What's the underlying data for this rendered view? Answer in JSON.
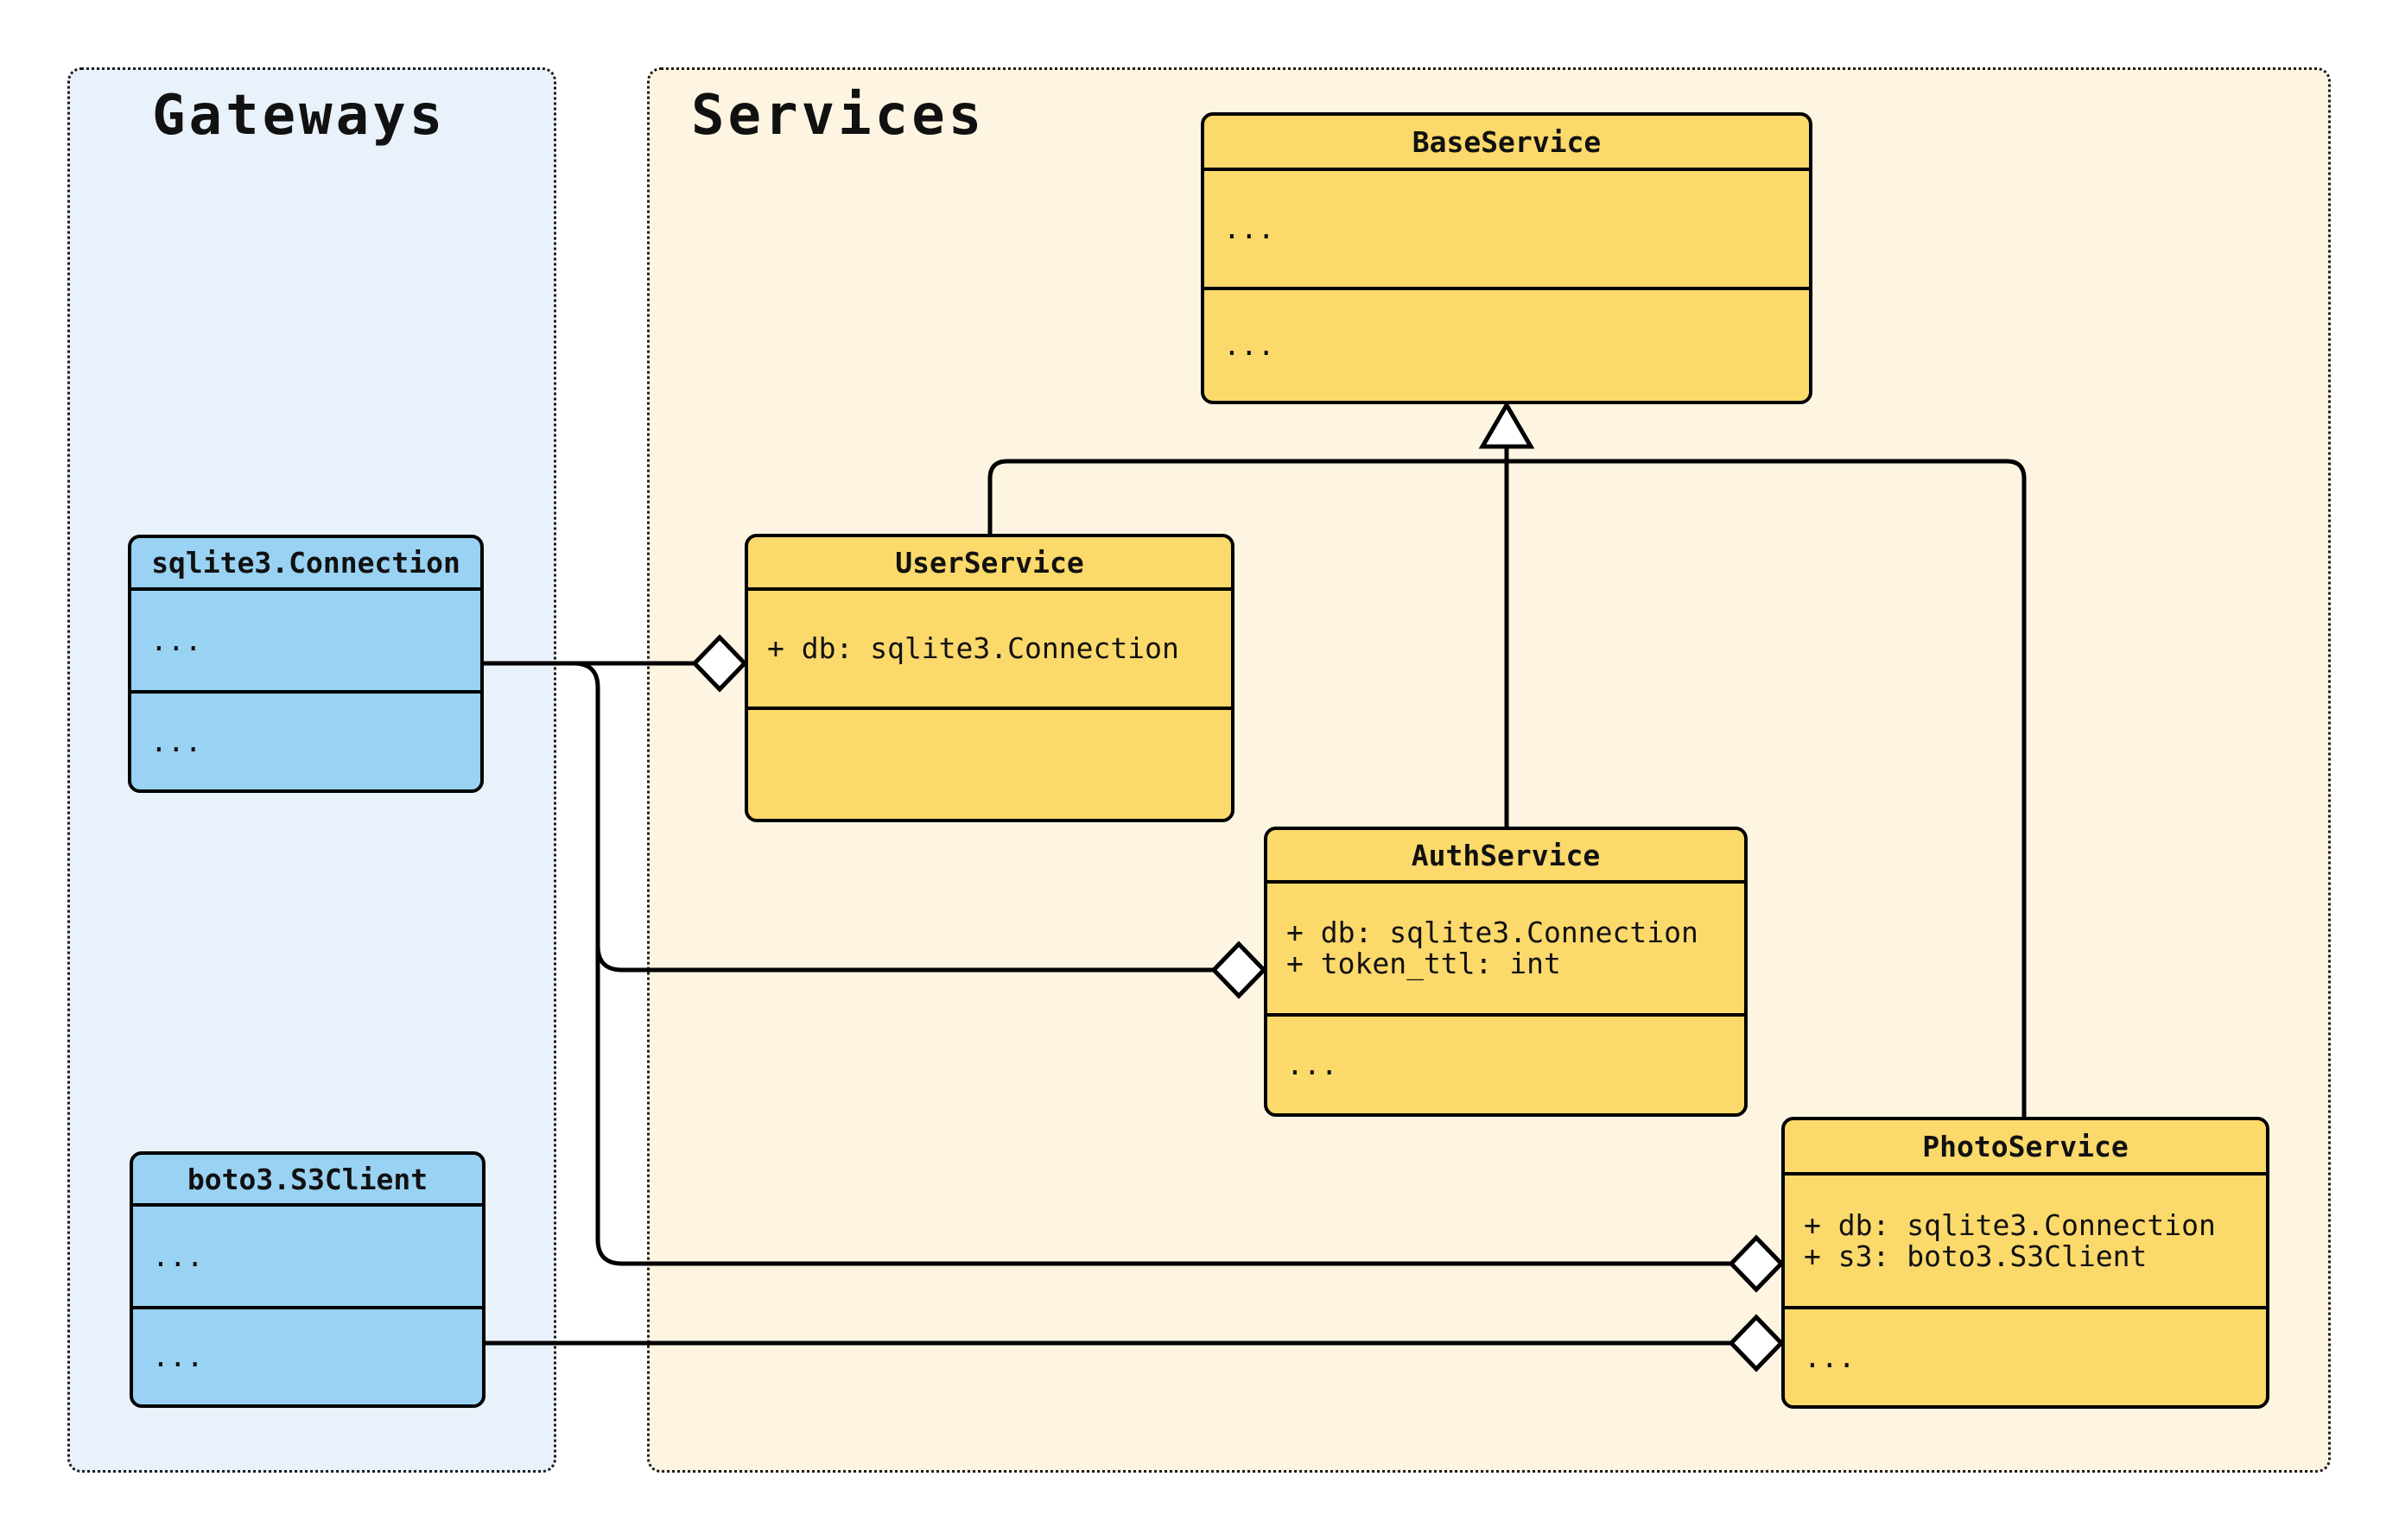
{
  "groups": {
    "gateways": {
      "label": "Gateways"
    },
    "services": {
      "label": "Services"
    }
  },
  "classes": {
    "sqlite3_connection": {
      "title": "sqlite3.Connection",
      "attributes": [
        "..."
      ],
      "methods": [
        "..."
      ]
    },
    "boto3_s3client": {
      "title": "boto3.S3Client",
      "attributes": [
        "..."
      ],
      "methods": [
        "..."
      ]
    },
    "base_service": {
      "title": "BaseService",
      "attributes": [
        "..."
      ],
      "methods": [
        "..."
      ]
    },
    "user_service": {
      "title": "UserService",
      "attributes": [
        "+ db: sqlite3.Connection"
      ],
      "methods": []
    },
    "auth_service": {
      "title": "AuthService",
      "attributes": [
        "+ db: sqlite3.Connection",
        "+ token_ttl: int"
      ],
      "methods": [
        "..."
      ]
    },
    "photo_service": {
      "title": "PhotoService",
      "attributes": [
        "+ db: sqlite3.Connection",
        "+ s3: boto3.S3Client"
      ],
      "methods": [
        "..."
      ]
    }
  },
  "relations": [
    {
      "type": "inheritance",
      "from": "UserService",
      "to": "BaseService"
    },
    {
      "type": "inheritance",
      "from": "AuthService",
      "to": "BaseService"
    },
    {
      "type": "inheritance",
      "from": "PhotoService",
      "to": "BaseService"
    },
    {
      "type": "aggregation",
      "owner": "UserService",
      "part": "sqlite3.Connection"
    },
    {
      "type": "aggregation",
      "owner": "AuthService",
      "part": "sqlite3.Connection"
    },
    {
      "type": "aggregation",
      "owner": "PhotoService",
      "part": "sqlite3.Connection"
    },
    {
      "type": "aggregation",
      "owner": "PhotoService",
      "part": "boto3.S3Client"
    }
  ],
  "colors": {
    "service_box_fill": "#FBD96B",
    "gateway_box_fill": "#99D2F2",
    "services_frame_bg": "#FDF5E1",
    "gateways_frame_bg": "#E9F1FA",
    "line": "#000000",
    "marker_fill": "#FFFFFF",
    "text": "#111111"
  }
}
